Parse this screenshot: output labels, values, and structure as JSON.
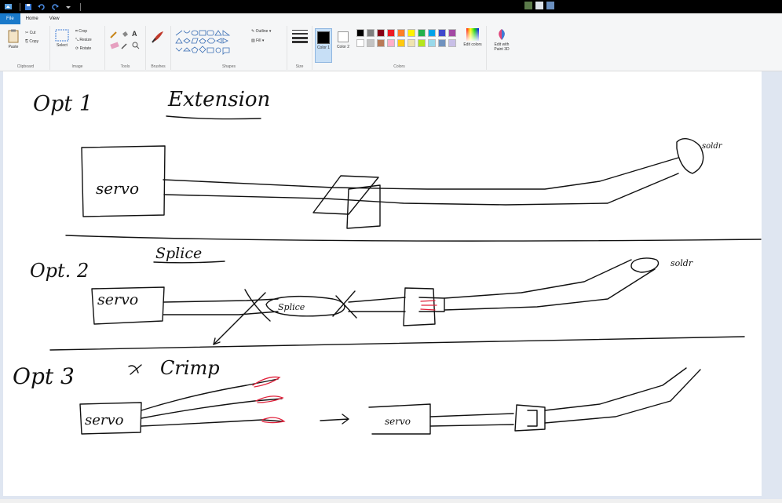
{
  "titlebar": {
    "icons": [
      "paint-app-icon",
      "save-icon",
      "undo-icon",
      "redo-icon",
      "customize-icon"
    ]
  },
  "menu": {
    "tabs": [
      "File",
      "Home",
      "View"
    ]
  },
  "ribbon": {
    "clipboard": {
      "paste": "Paste",
      "cut": "Cut",
      "copy": "Copy",
      "label": "Clipboard"
    },
    "image": {
      "select": "Select",
      "crop": "Crop",
      "resize": "Resize",
      "rotate": "Rotate",
      "label": "Image"
    },
    "tools": {
      "label": "Tools"
    },
    "brushes": {
      "label": "Brushes"
    },
    "shapes": {
      "outline": "Outline",
      "fill": "Fill",
      "label": "Shapes"
    },
    "size": {
      "label": "Size"
    },
    "colors": {
      "color1": "Color 1",
      "color2": "Color 2",
      "edit": "Edit colors",
      "label": "Colors"
    },
    "paint3d": {
      "label": "Edit with Paint 3D"
    }
  },
  "drawing": {
    "opt1_label": "Opt 1",
    "opt1_title": "Extension",
    "opt1_servo": "servo",
    "opt1_solder": "soldr",
    "opt2_label": "Opt. 2",
    "opt2_title": "Splice",
    "opt2_servo": "servo",
    "opt2_splice": "Splice",
    "opt2_solder": "soldr",
    "opt3_label": "Opt 3",
    "opt3_title": "Crimp",
    "opt3_servo": "servo",
    "opt3_servo2": "servo",
    "arrow": "→"
  },
  "colors": {
    "palette": [
      "#000000",
      "#7f7f7f",
      "#880015",
      "#ed1c24",
      "#ff7f27",
      "#fff200",
      "#22b14c",
      "#00a2e8",
      "#3f48cc",
      "#a349a4",
      "#ffffff",
      "#c3c3c3",
      "#b97a57",
      "#ffaec9",
      "#ffc90e",
      "#efe4b0",
      "#b5e61d",
      "#99d9ea",
      "#7092be",
      "#c8bfe7"
    ],
    "color1": "#000000",
    "color2": "#ffffff",
    "accent": "#1979ca"
  }
}
